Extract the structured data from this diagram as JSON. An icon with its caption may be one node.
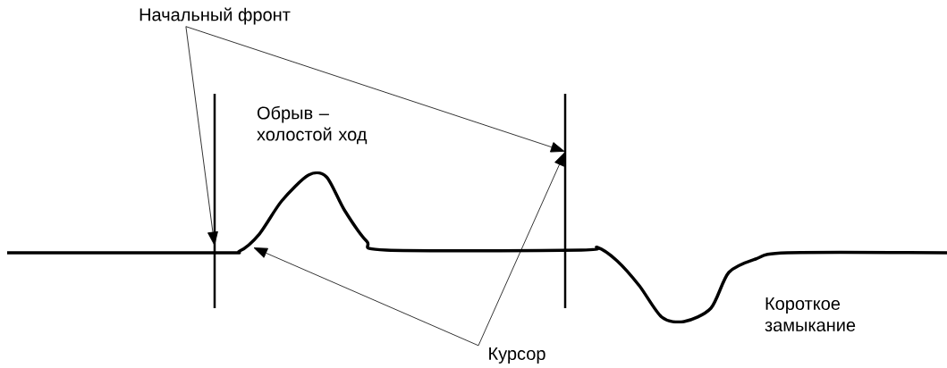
{
  "diagram": {
    "nodes": [
      {
        "text": [
          "Начальный фронт"
        ]
      },
      {
        "text": [],
        "shape": "line"
      },
      {
        "text": [],
        "shape": "line"
      },
      {
        "text": [
          "Курсор"
        ]
      }
    ],
    "edges": [
      {
        "from": 0,
        "to": 1,
        "arrow": "to"
      },
      {
        "from": 0,
        "to": 2,
        "arrow": "to"
      },
      {
        "from": 3,
        "to": null,
        "arrow": "to"
      },
      {
        "from": 3,
        "to": 2,
        "arrow": "to"
      }
    ],
    "labels": [
      "Обрыв – холостой ход",
      "Короткое замыкание"
    ]
  }
}
